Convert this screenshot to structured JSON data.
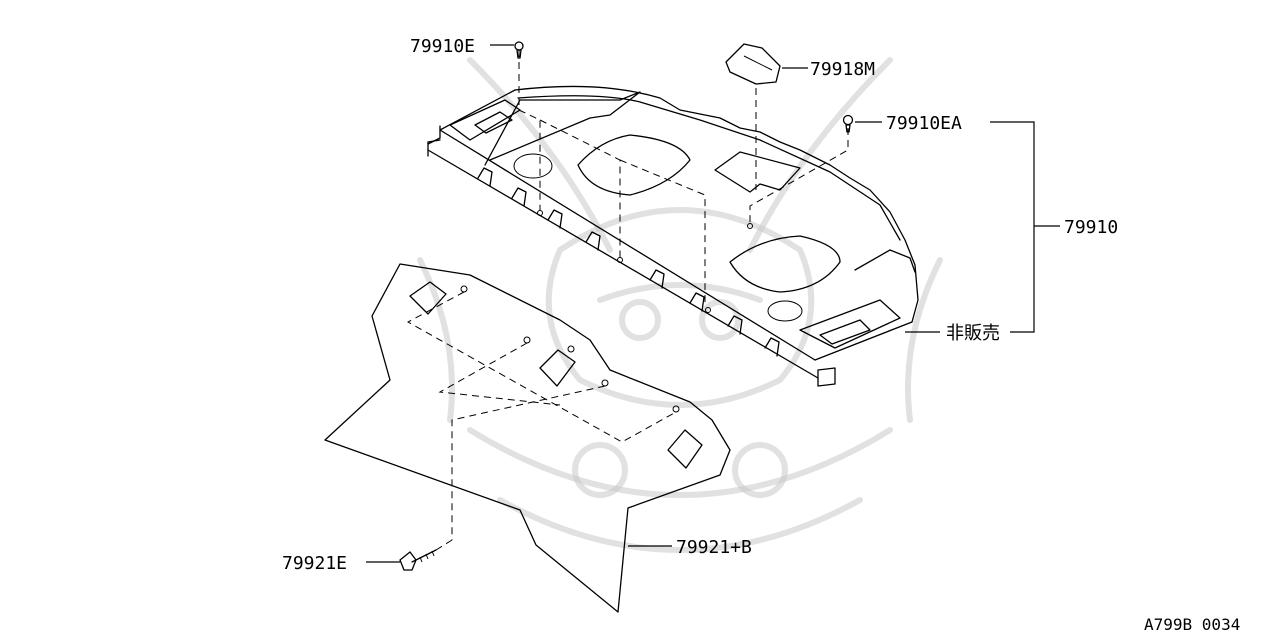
{
  "diagram": {
    "labels": {
      "part_79910E": "79910E",
      "part_79918M": "79918M",
      "part_79910EA": "79910EA",
      "part_79910": "79910",
      "not_for_sale": "非販売",
      "part_79921B": "79921+B",
      "part_79921E": "79921E"
    },
    "figure_code": "A799B 0034"
  },
  "style": {
    "line_color": "#000000",
    "background": "#ffffff",
    "watermark_color": "#c8c8c8"
  }
}
